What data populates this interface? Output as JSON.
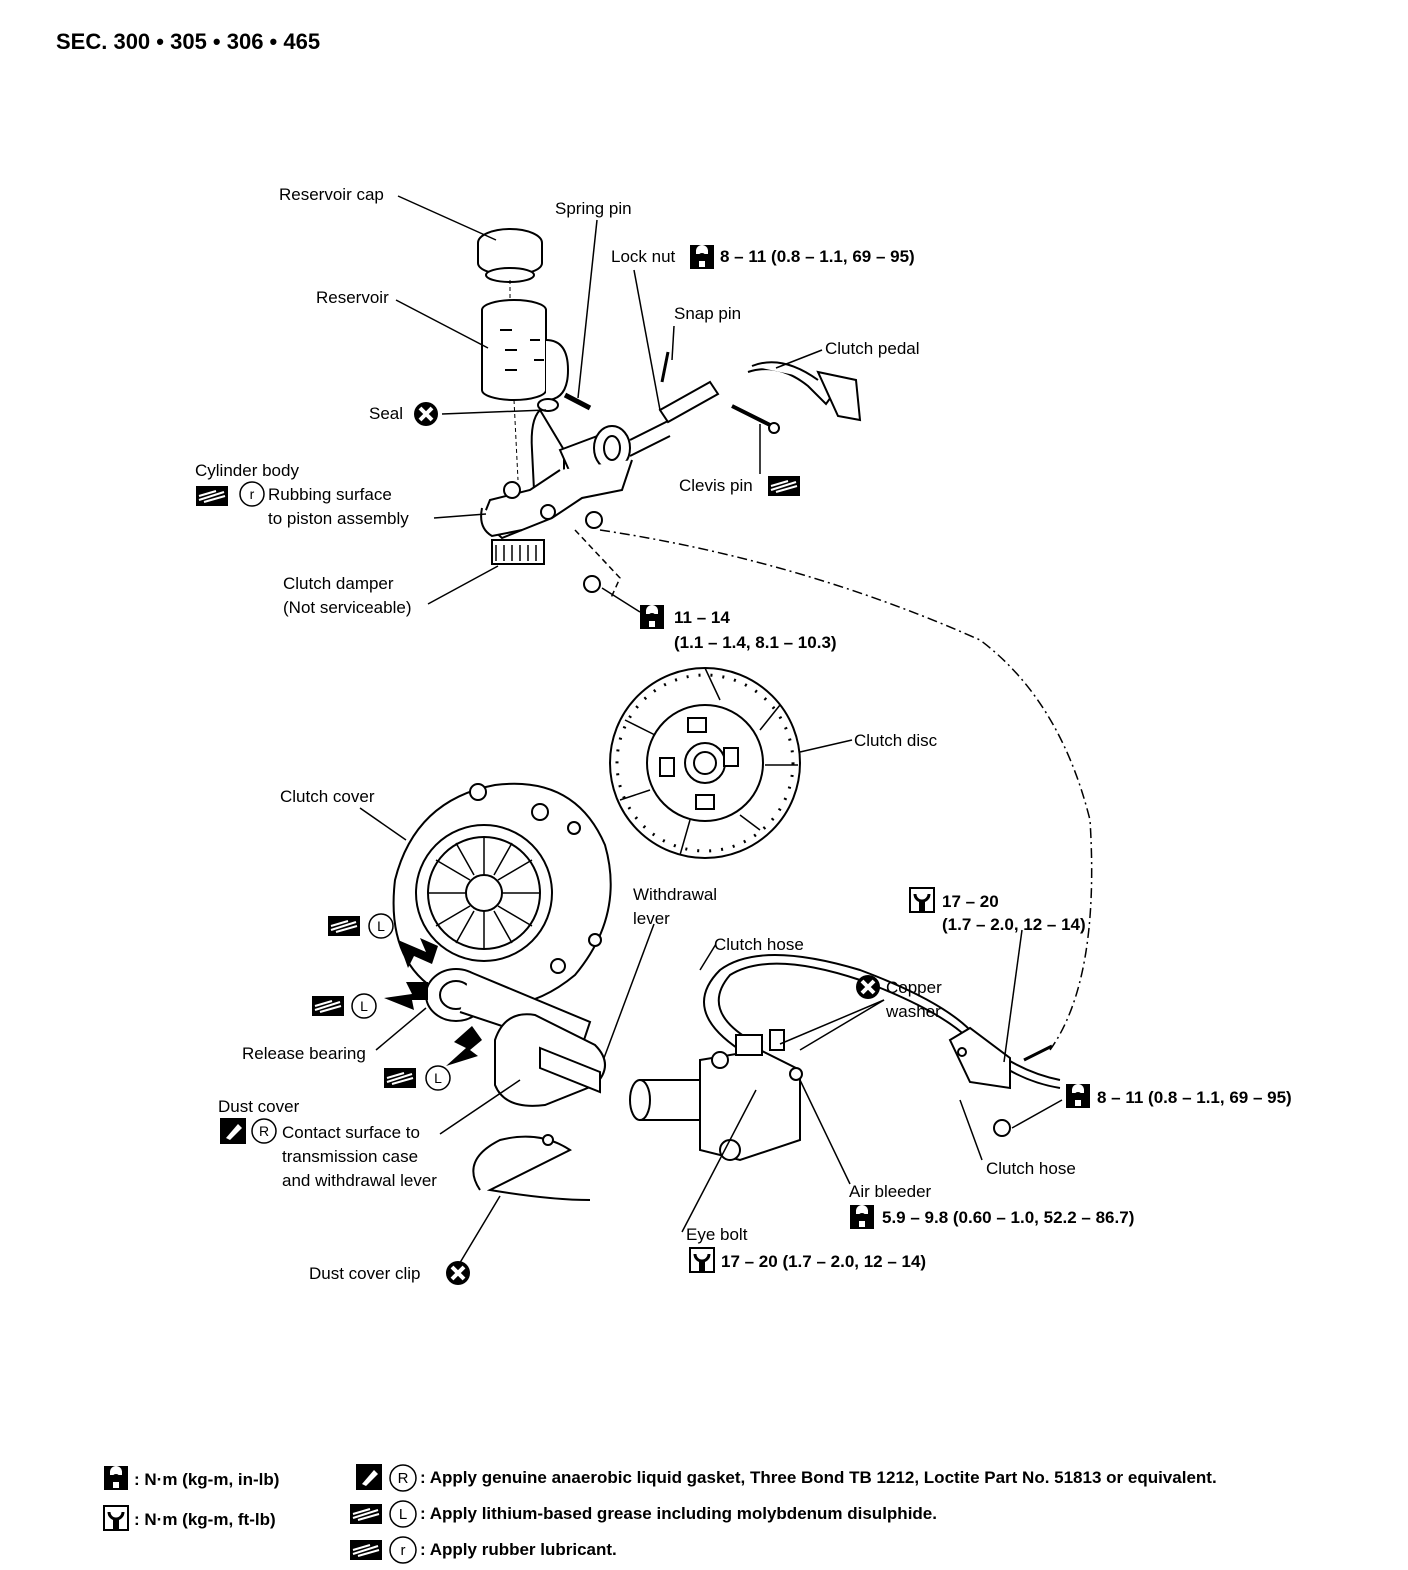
{
  "header": {
    "section": "SEC. 300 • 305 • 306 • 465"
  },
  "labels": {
    "reservoir_cap": "Reservoir cap",
    "spring_pin": "Spring pin",
    "lock_nut": "Lock nut",
    "lock_nut_torque": "8 – 11 (0.8 – 1.1, 69 – 95)",
    "reservoir": "Reservoir",
    "snap_pin": "Snap pin",
    "clutch_pedal": "Clutch pedal",
    "seal": "Seal",
    "clevis_pin": "Clevis pin",
    "cylinder_body": "Cylinder body",
    "rubbing_surface": "Rubbing surface",
    "to_piston_assembly": "to piston assembly",
    "clutch_damper": "Clutch damper",
    "not_serviceable": "(Not serviceable)",
    "bolt_torque_1": "11 – 14",
    "bolt_torque_2": "(1.1 – 1.4, 8.1 – 10.3)",
    "clutch_disc": "Clutch disc",
    "clutch_cover": "Clutch cover",
    "withdrawal": "Withdrawal",
    "lever": "lever",
    "hose_torque_1": "17 – 20",
    "hose_torque_2": "(1.7 – 2.0, 12 – 14)",
    "clutch_hose_1": "Clutch hose",
    "copper": "Copper",
    "washer": "washer",
    "release_bearing": "Release bearing",
    "bracket_torque": "8 – 11 (0.8 – 1.1, 69 – 95)",
    "dust_cover": "Dust cover",
    "contact_surface": "Contact surface to",
    "transmission_case": "transmission case",
    "and_withdrawal_lever": "and withdrawal lever",
    "clutch_hose_2": "Clutch hose",
    "air_bleeder": "Air bleeder",
    "air_bleeder_torque": "5.9 – 9.8 (0.60 – 1.0, 52.2 – 86.7)",
    "eye_bolt": "Eye bolt",
    "eye_bolt_torque": "17 – 20 (1.7 – 2.0, 12 – 14)",
    "dust_cover_clip": "Dust cover clip"
  },
  "legend": {
    "torque_in_lb": ": N·m (kg-m, in-lb)",
    "torque_ft_lb": ": N·m (kg-m, ft-lb)",
    "gasket": ": Apply genuine anaerobic liquid gasket, Three Bond TB 1212, Loctite Part No. 51813 or equivalent.",
    "grease": ": Apply lithium-based grease including molybdenum disulphide.",
    "rubber": ": Apply rubber lubricant."
  },
  "symbols": {
    "circle_R": "R",
    "circle_L": "L",
    "circle_r": "r"
  }
}
